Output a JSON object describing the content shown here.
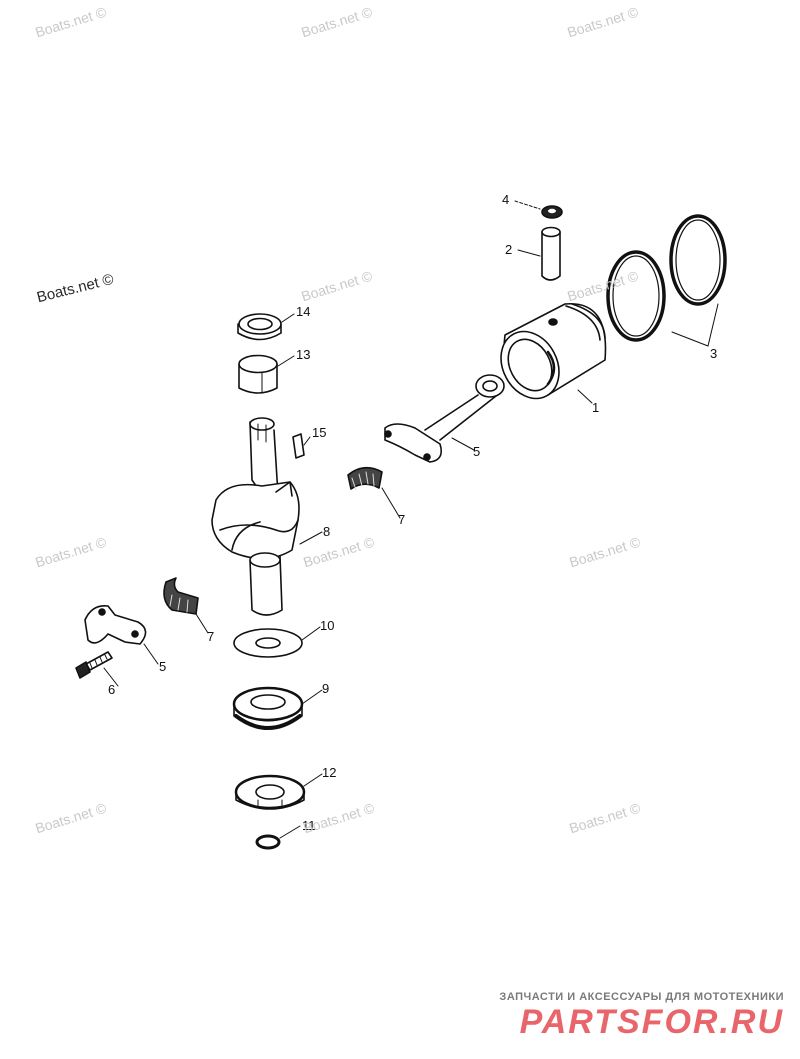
{
  "watermark": "Boats.net ©",
  "brand": {
    "tagline": "ЗАПЧАСТИ И АКСЕССУАРЫ ДЛЯ МОТОТЕХНИКИ",
    "logo": "PARTSFOR.RU",
    "color": "#e8656b"
  },
  "callouts": {
    "c1": "1",
    "c2": "2",
    "c3": "3",
    "c4": "4",
    "c5a": "5",
    "c5b": "5",
    "c6": "6",
    "c7a": "7",
    "c7b": "7",
    "c8": "8",
    "c9": "9",
    "c10": "10",
    "c11": "11",
    "c12": "12",
    "c13": "13",
    "c14": "14",
    "c15": "15"
  }
}
